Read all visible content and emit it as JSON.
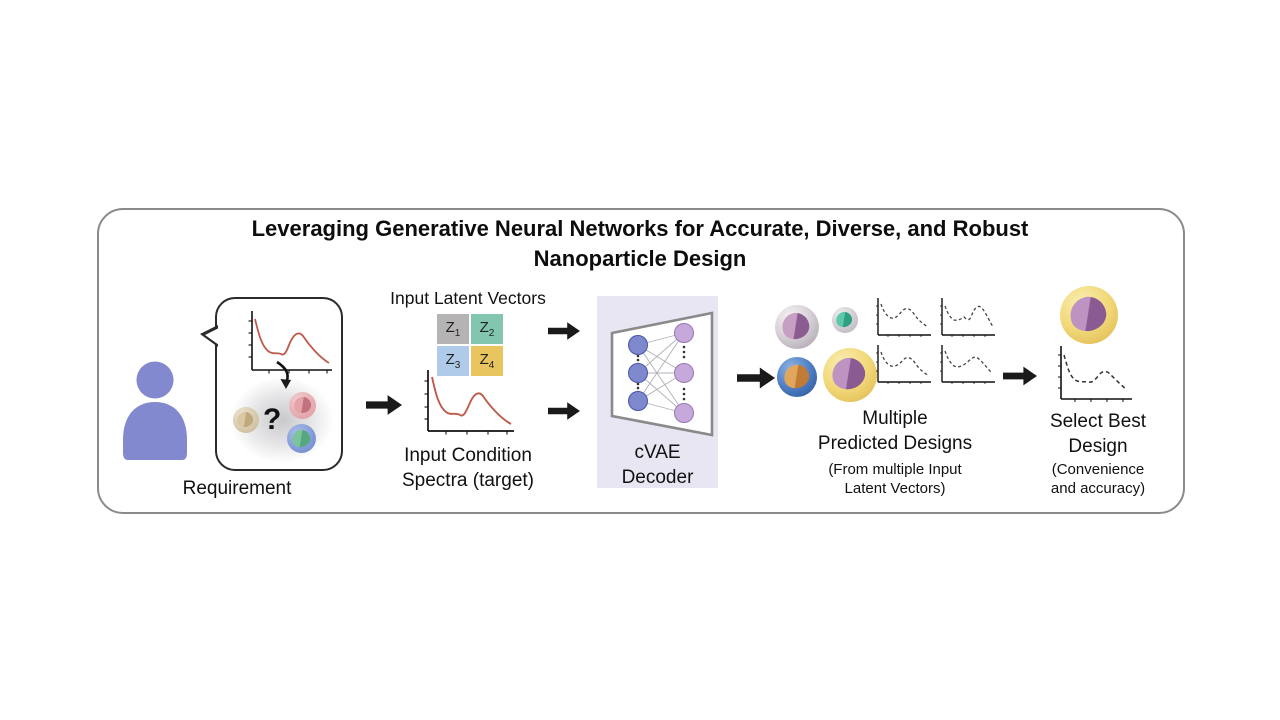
{
  "title_line1": "Leveraging Generative Neural Networks for Accurate, Diverse, and Robust",
  "title_line2": "Nanoparticle Design",
  "requirement": {
    "label": "Requirement",
    "question_mark": "?"
  },
  "latent": {
    "heading": "Input Latent Vectors",
    "vectors": [
      {
        "base": "Z",
        "sub": "1",
        "color": "#b5b3b3"
      },
      {
        "base": "Z",
        "sub": "2",
        "color": "#82c6af"
      },
      {
        "base": "Z",
        "sub": "3",
        "color": "#b0cbe9"
      },
      {
        "base": "Z",
        "sub": "4",
        "color": "#e8c55f"
      }
    ]
  },
  "condition": {
    "label_line1": "Input Condition",
    "label_line2": "Spectra (target)"
  },
  "decoder": {
    "label_line1": "cVAE",
    "label_line2": "Decoder"
  },
  "predicted": {
    "label_line1": "Multiple",
    "label_line2": "Predicted Designs",
    "sub_line1": "(From multiple Input",
    "sub_line2": "Latent Vectors)"
  },
  "select": {
    "label_line1": "Select Best",
    "label_line2": "Design",
    "sub_line1": "(Convenience",
    "sub_line2": "and accuracy)"
  },
  "colors": {
    "person-purple": "#8289cf",
    "spectrum-red": "#bf5a4c",
    "panel-lavender": "#e9e6f3",
    "node-blue": "#7d88cd",
    "node-purple": "#c6a9da",
    "arrow-black": "#1a1a1a",
    "border-gray": "#8a8a8a"
  }
}
